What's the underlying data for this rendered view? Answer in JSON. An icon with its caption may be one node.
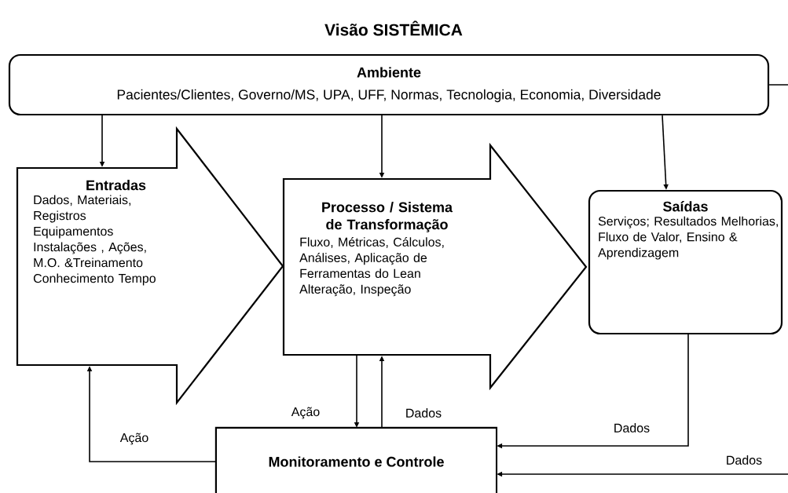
{
  "diagram": {
    "title": "Visão SISTÊMICA",
    "nodes": [
      {
        "text": [
          "Ambiente",
          "Pacientes/Clientes, Governo/MS, UPA, UFF, Normas, Tecnologia, Economia, Diversidade"
        ]
      },
      {
        "text": [
          "Entradas",
          "Dados, Materiais, Registros Equipamentos Instalações , Ações, M.O. &Treinamento Conhecimento Tempo"
        ]
      },
      {
        "text": [
          "Processo / Sistema de Transformação",
          "Fluxo, Métricas, Cálculos, Análises, Aplicação de Ferramentas do Lean Alteração, Inspeção"
        ]
      },
      {
        "text": [
          "Saídas",
          "Serviços; Resultados Melhorias, Fluxo de Valor, Ensino & Aprendizagem"
        ]
      },
      {
        "text": [
          "Monitoramento e Controle"
        ]
      }
    ],
    "edges": [
      {
        "from": 0,
        "to": 1,
        "arrow": "to"
      },
      {
        "from": 0,
        "to": 2,
        "arrow": "to"
      },
      {
        "from": 0,
        "to": 3,
        "arrow": "to"
      },
      {
        "from": 2,
        "to": 4,
        "arrow": "to",
        "label": "Ação"
      },
      {
        "from": 4,
        "to": 2,
        "arrow": "to",
        "label": "Dados"
      },
      {
        "from": 3,
        "to": 4,
        "arrow": "to",
        "label": "Dados"
      },
      {
        "from": 0,
        "to": 4,
        "arrow": "to",
        "label": "Dados"
      },
      {
        "from": 4,
        "to": 1,
        "arrow": "to",
        "label": "Ação"
      }
    ]
  }
}
